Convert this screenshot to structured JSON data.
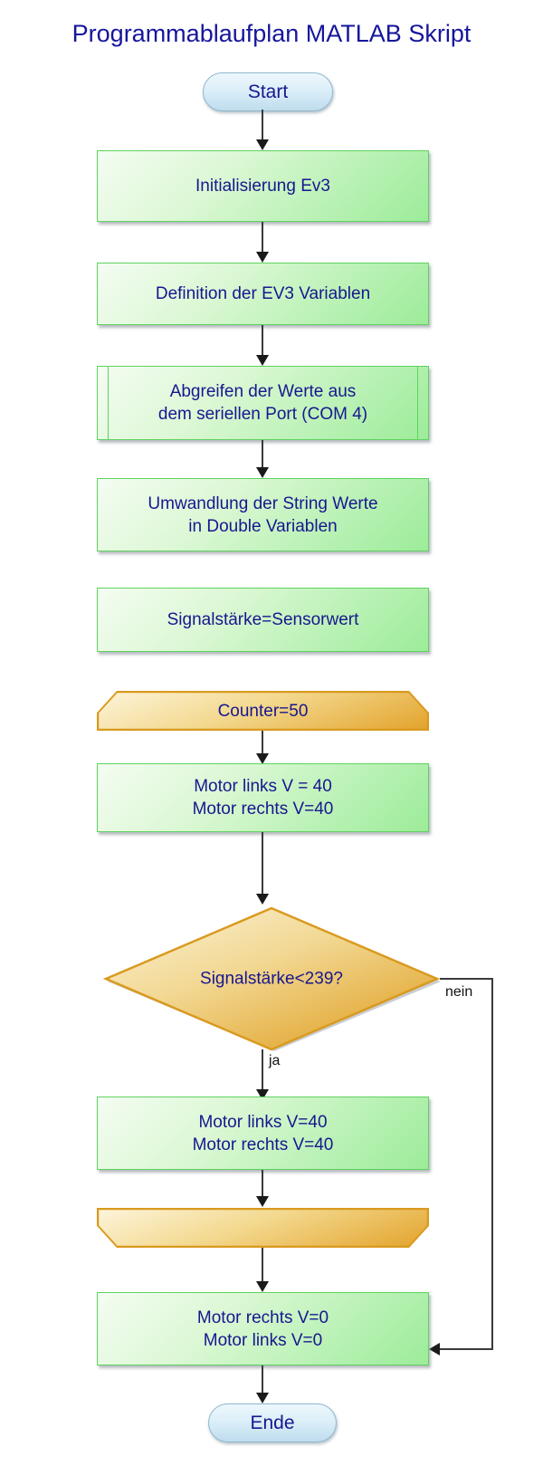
{
  "title": "Programmablaufplan MATLAB Skript",
  "colors": {
    "text_blue": "#17178f",
    "title_blue": "#16169c",
    "process_border": "#5fd35f",
    "process_fill_light": "#f4fcf2",
    "process_fill_dark": "#9cec9a",
    "loop_border": "#d99a1f",
    "loop_fill_light": "#fdf5dd",
    "loop_fill_dark": "#e3a22a",
    "terminal_border": "#8fb8cf",
    "terminal_fill_light": "#eef7fc",
    "terminal_fill_dark": "#bfdced",
    "connector": "#3a3a3a",
    "background": "#ffffff"
  },
  "nodes": {
    "start": {
      "label": "Start",
      "shape": "terminal"
    },
    "init": {
      "label": "Initialisierung Ev3",
      "shape": "process"
    },
    "define_vars": {
      "label": "Definition der EV3 Variablen",
      "shape": "process"
    },
    "read_serial": {
      "label": "Abgreifen der Werte aus\ndem seriellen Port (COM 4)",
      "shape": "predefined-process"
    },
    "convert": {
      "label": "Umwandlung der String Werte\nin Double Variablen",
      "shape": "process"
    },
    "signal_assign": {
      "label": "Signalstärke=Sensorwert",
      "shape": "process"
    },
    "loop_start": {
      "label": "Counter=50",
      "shape": "loop-start"
    },
    "motor_speed_1": {
      "label": "Motor links V = 40\nMotor rechts V=40",
      "shape": "process"
    },
    "decision": {
      "label": "Signalstärke<239?",
      "shape": "decision"
    },
    "motor_speed_2": {
      "label": "Motor links V=40\nMotor rechts V=40",
      "shape": "process"
    },
    "loop_end": {
      "label": "",
      "shape": "loop-end"
    },
    "motor_stop": {
      "label": "Motor rechts V=0\nMotor links V=0",
      "shape": "process"
    },
    "end": {
      "label": "Ende",
      "shape": "terminal"
    }
  },
  "edge_labels": {
    "yes": "ja",
    "no": "nein"
  }
}
